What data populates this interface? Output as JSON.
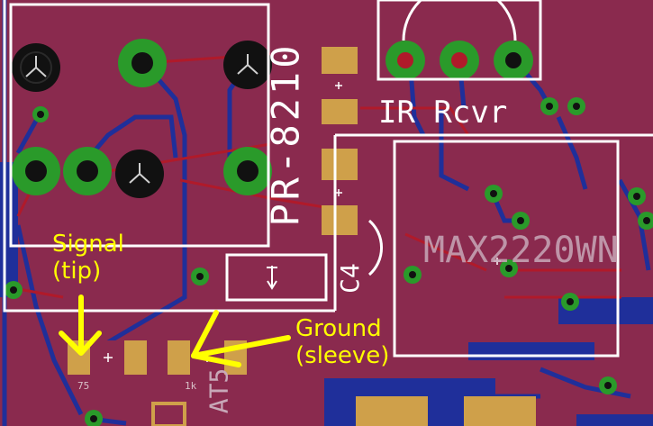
{
  "silkscreen": {
    "header_label": "PR-8210",
    "ir_label": "IR Rcvr",
    "cap_label": "C4",
    "chip_label": "MAX2220WN",
    "res1_value": "75",
    "res2_value": "1k",
    "side_label": "AT5"
  },
  "annotations": {
    "signal_line1": "Signal",
    "signal_line2": "(tip)",
    "ground_line1": "Ground",
    "ground_line2": "(sleeve)"
  },
  "colors": {
    "board": "#8a2a4e",
    "silkscreen": "#ffffff",
    "pad_ring": "#2a9a2a",
    "copper": "#cfa04a",
    "annotation": "#ffff00",
    "trace_blue": "#1f2f9a",
    "trace_red": "#b01a2a"
  }
}
